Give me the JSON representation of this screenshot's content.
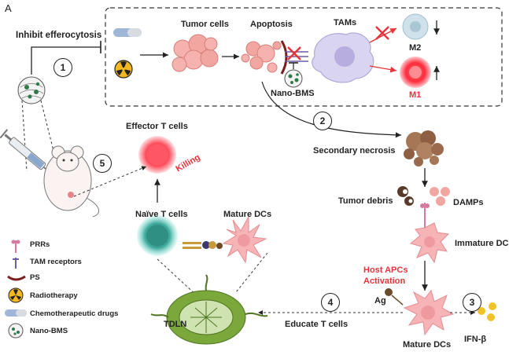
{
  "panel_label": "A",
  "labels": {
    "inhibit": "Inhibit efferocytosis",
    "tumor_cells": "Tumor cells",
    "apoptosis": "Apoptosis",
    "tams": "TAMs",
    "m2": "M2",
    "m1": "M1",
    "nano_bms": "Nano-BMS",
    "effector_t": "Effector T cells",
    "killing": "Killing",
    "secondary_necrosis": "Secondary necrosis",
    "tumor_debris": "Tumor debris",
    "damps": "DAMPs",
    "naive_t": "Naïve T cells",
    "mature_dcs_top": "Mature DCs",
    "immature_dcs": "Immature DCs",
    "host_apcs": "Host APCs",
    "activation": "Activation",
    "ag": "Ag",
    "mature_dcs_bottom": "Mature DCs",
    "ifn": "IFN-β",
    "tdln": "TDLN",
    "educate": "Educate T cells"
  },
  "steps": [
    "1",
    "2",
    "3",
    "4",
    "5"
  ],
  "legend": [
    {
      "label": "PRRs",
      "icon": "prr-icon"
    },
    {
      "label": "TAM receptors",
      "icon": "tam-receptor-icon"
    },
    {
      "label": "PS",
      "icon": "ps-icon"
    },
    {
      "label": "Radiotherapy",
      "icon": "radiation-icon"
    },
    {
      "label": "Chemotherapeutic drugs",
      "icon": "pill-icon"
    },
    {
      "label": "Nano-BMS",
      "icon": "nanoparticle-icon"
    }
  ],
  "colors": {
    "red": "#e8333a",
    "tumor": "#f2a6a2",
    "tam": "#c9c3e6",
    "m1": "#ff3b4a",
    "m2": "#b7d3e0",
    "dc": "#f6b4b6",
    "naive": "#3aa79a",
    "lymph": "#7aa83a",
    "debris": "#9b6a4d"
  }
}
